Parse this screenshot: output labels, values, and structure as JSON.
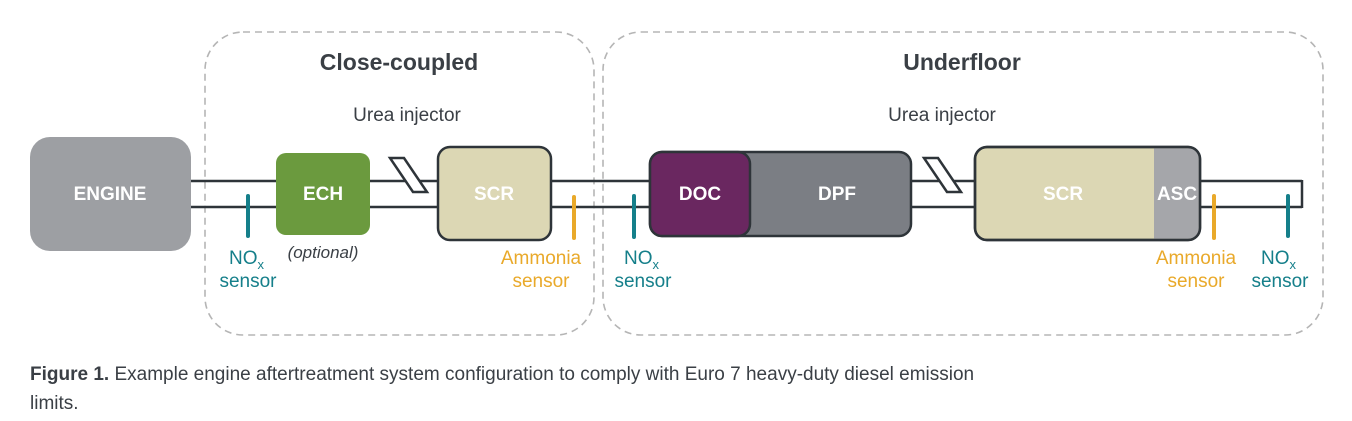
{
  "groups": {
    "close_coupled": "Close-coupled",
    "underfloor": "Underfloor"
  },
  "components": {
    "engine": "ENGINE",
    "ech": "ECH",
    "ech_note": "(optional)",
    "scr1": "SCR",
    "doc": "DOC",
    "dpf": "DPF",
    "scr2": "SCR",
    "asc": "ASC"
  },
  "injectors": {
    "close_coupled": "Urea injector",
    "underfloor": "Urea injector"
  },
  "sensors": {
    "nox_main": "NO",
    "nox_sub": "x",
    "nox_word": "sensor",
    "ammonia_word1": "Ammonia",
    "ammonia_word2": "sensor"
  },
  "caption": {
    "label": "Figure 1.",
    "text": " Example engine aftertreatment system configuration to comply with Euro 7 heavy-duty diesel emission limits."
  },
  "colors": {
    "engine": "#9d9fa3",
    "ech": "#6b9a3e",
    "scr": "#dcd7b4",
    "doc": "#6a2760",
    "dpf": "#7b7e84",
    "asc": "#a5a6aa",
    "nox_sensor": "#157f8a",
    "ammonia_sensor": "#e9a92a",
    "group_border": "#b5b5b5"
  }
}
